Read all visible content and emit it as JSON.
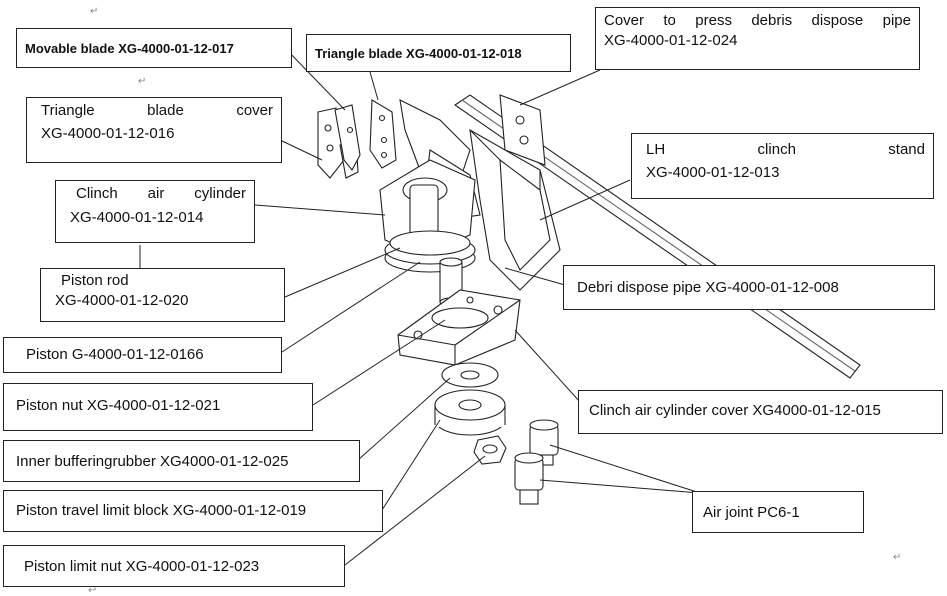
{
  "labels": {
    "movable_blade": "Movable blade XG-4000-01-12-017",
    "triangle_blade": "Triangle blade XG-4000-01-12-018",
    "cover_press_line1": "Cover to press debris dispose pipe",
    "cover_press_line2": "XG-4000-01-12-024",
    "triangle_blade_cover_line1": "Triangle blade cover",
    "triangle_blade_cover_line2": "XG-4000-01-12-016",
    "lh_clinch_stand_line1": "LH clinch stand",
    "lh_clinch_stand_line2": "XG-4000-01-12-013",
    "clinch_air_cylinder_line1": "Clinch air cylinder",
    "clinch_air_cylinder_line2": "XG-4000-01-12-014",
    "piston_rod_line1": "Piston rod",
    "piston_rod_line2": "XG-4000-01-12-020",
    "debri_dispose_pipe": "Debri dispose pipe XG-4000-01-12-008",
    "piston": "Piston G-4000-01-12-0166",
    "piston_nut": "Piston nut XG-4000-01-12-021",
    "clinch_air_cylinder_cover": "Clinch air cylinder cover XG4000-01-12-015",
    "inner_buffering_rubber": "Inner bufferingrubber XG4000-01-12-025",
    "air_joint": "Air joint PC6-1",
    "piston_travel_limit_block": "Piston travel limit block XG-4000-01-12-019",
    "piston_limit_nut": "Piston limit nut XG-4000-01-12-023"
  },
  "marks": {
    "paragraph_mark": "↵",
    "small_mark": "↩"
  }
}
